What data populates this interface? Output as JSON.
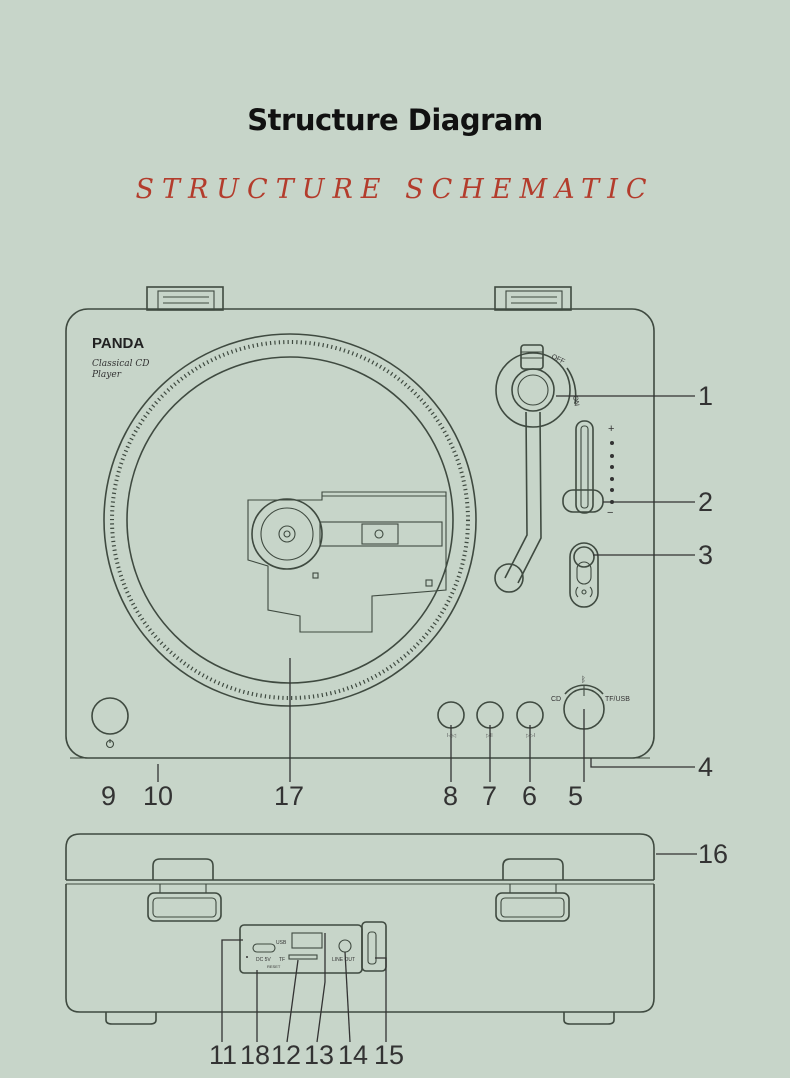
{
  "title": "Structure Diagram",
  "subtitle": "STRUCTURE SCHEMATIC",
  "device": {
    "brand": "PANDA",
    "model_line1": "Classical CD",
    "model_line2": "Player",
    "arm_off": "OFF",
    "arm_on": "ON",
    "volume_plus": "+",
    "volume_minus": "−",
    "mode_cd": "CD",
    "mode_tf_usb": "TF/USB",
    "btn_prev": "I◁◁",
    "btn_play": "▷II",
    "btn_next": "▷▷I"
  },
  "ports": {
    "dc": "DC 5V",
    "usb": "USB",
    "tf": "TF",
    "reset": "RESET",
    "line_out": "LINE OUT"
  },
  "callouts": {
    "c1": "1",
    "c2": "2",
    "c3": "3",
    "c4": "4",
    "c5": "5",
    "c6": "6",
    "c7": "7",
    "c8": "8",
    "c9": "9",
    "c10": "10",
    "c17": "17",
    "c16": "16",
    "c11": "11",
    "c18": "18",
    "c12": "12",
    "c13": "13",
    "c14": "14",
    "c15": "15"
  }
}
